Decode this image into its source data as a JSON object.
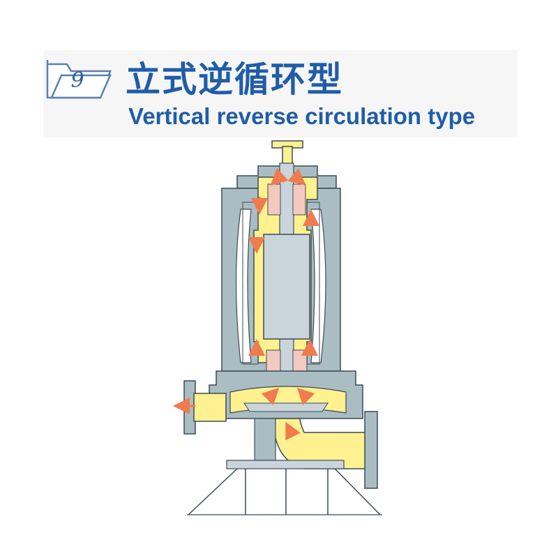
{
  "header": {
    "badge_number": "9",
    "title_cn": "立式逆循环型",
    "title_en": "Vertical reverse circulation type"
  },
  "colors": {
    "title_blue": "#1f5da8",
    "housing_gray": "#aabdc3",
    "coolant_yellow": "#fff18f",
    "flow_arrow_orange": "#ef7b4e",
    "outline": "#3a4a55"
  },
  "icons": {
    "badge": "folder-icon",
    "flow": "flow-arrow-icon"
  }
}
